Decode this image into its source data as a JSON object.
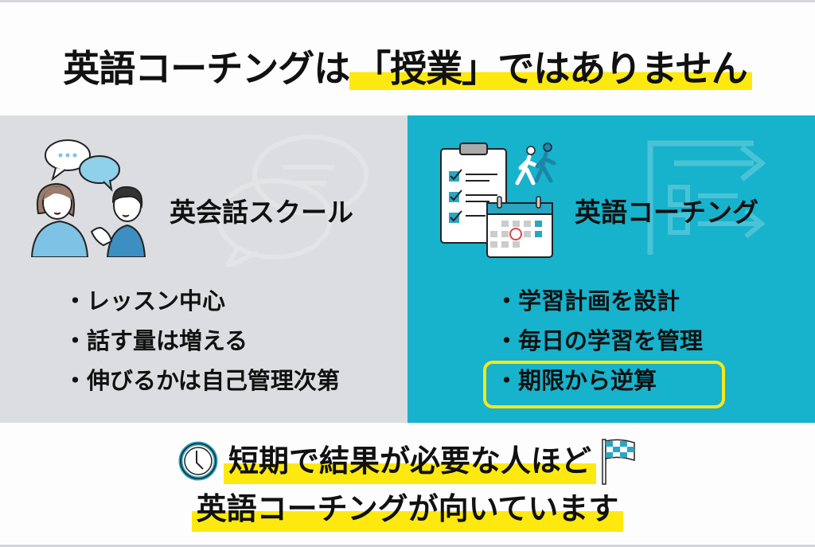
{
  "header": {
    "title_part1": "英語コーチングは",
    "title_highlight": "「授業」ではありません"
  },
  "left_panel": {
    "title": "英会話スクール",
    "icon": "people-conversation-icon",
    "bullets": [
      "・レッスン中心",
      "・話す量は増える",
      "・伸びるかは自己管理次第"
    ],
    "bg_color": "#dcdde0"
  },
  "right_panel": {
    "title": "英語コーチング",
    "icon": "checklist-calendar-icon",
    "bullets": [
      "・学習計画を設計",
      "・毎日の学習を管理",
      "・期限から逆算"
    ],
    "highlighted_bullet_index": 2,
    "bg_color": "#17b2cc"
  },
  "closing": {
    "line1": "短期で結果が必要な人ほど",
    "line2": "英語コーチングが向いています",
    "left_icon": "clock-icon",
    "right_icon": "checkered-flag-icon"
  },
  "colors": {
    "highlight_yellow": "#fde910",
    "accent_teal": "#17b2cc",
    "text": "#111111"
  }
}
